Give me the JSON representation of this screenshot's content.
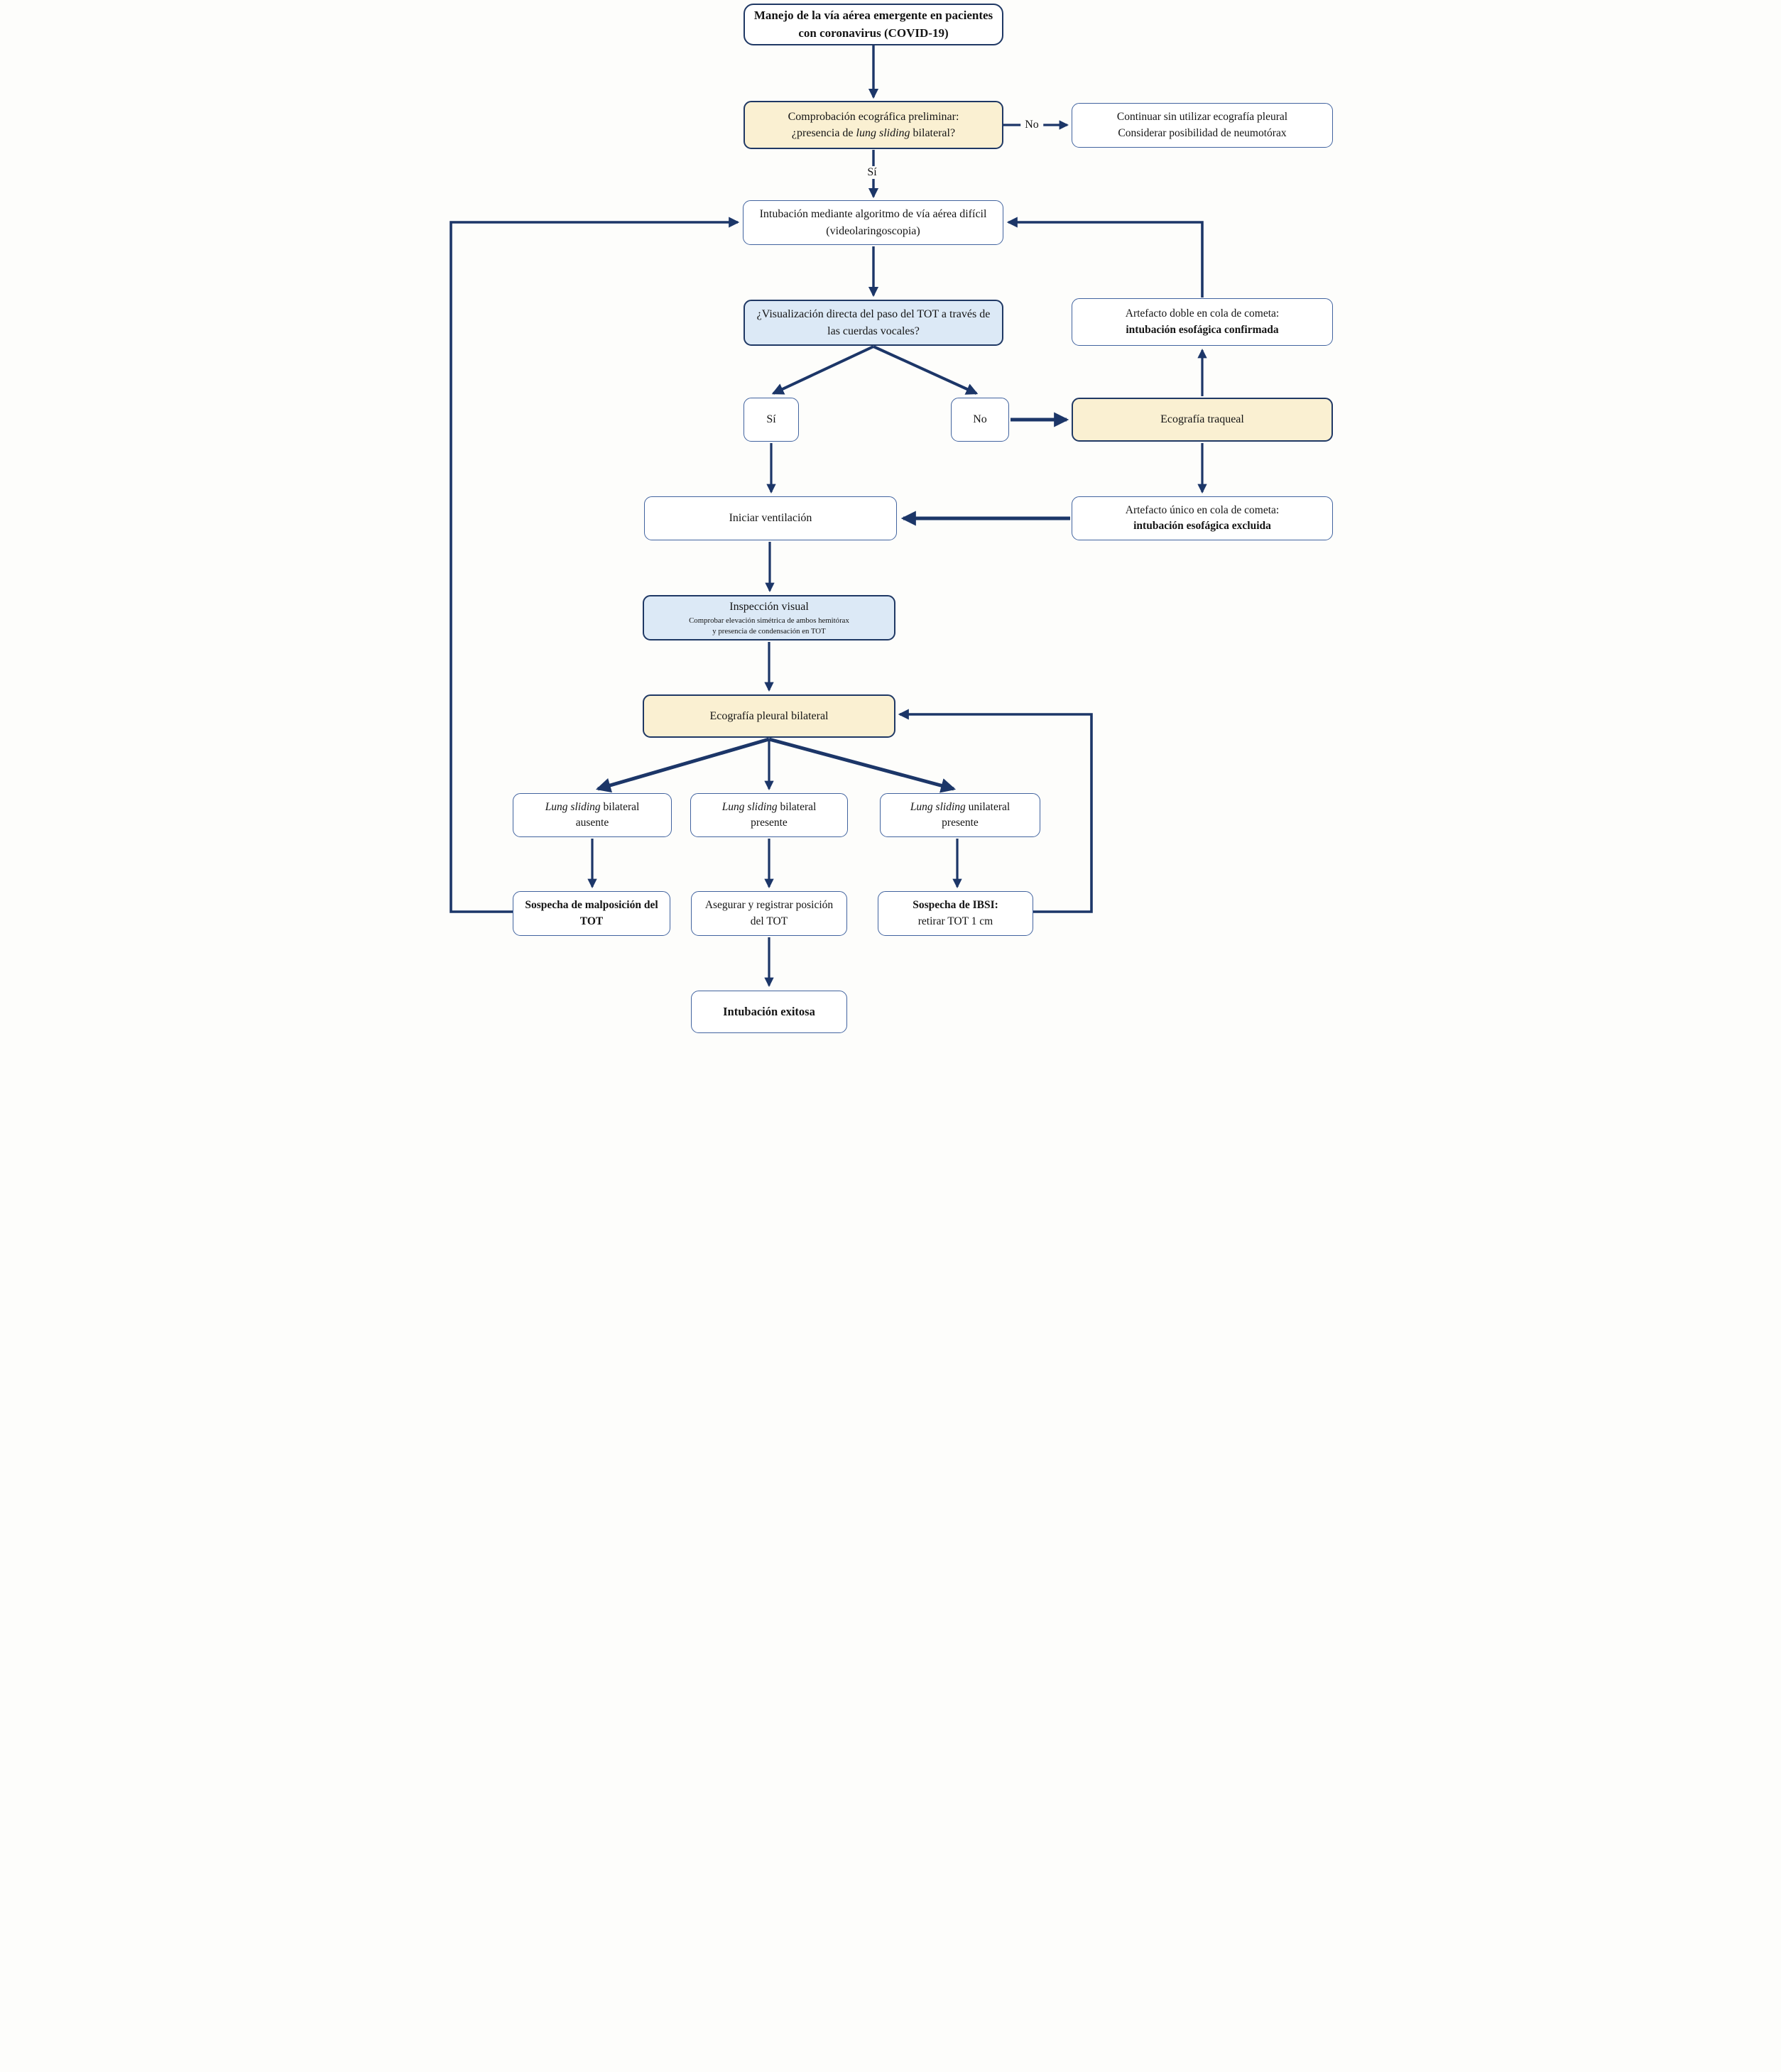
{
  "colors": {
    "arrow": "#1c3668",
    "yellow_fill": "#faf0d2",
    "blue_fill": "#dce9f6",
    "navy_border": "#1f3864",
    "light_border": "#41639f",
    "text": "#141414"
  },
  "nodes": {
    "title": {
      "text": "Manejo de la vía aérea emergente en pacientes con coronavirus (COVID-19)"
    },
    "preliminar": {
      "line1": "Comprobación ecográfica preliminar:",
      "line2_pre": "¿presencia de ",
      "line2_italic": "lung sliding",
      "line2_post": " bilateral?"
    },
    "continuar": {
      "line1": "Continuar sin utilizar ecografía pleural",
      "line2": "Considerar posibilidad de neumotórax"
    },
    "intubacion": {
      "text": "Intubación mediante algoritmo de vía aérea difícil (videolaringoscopia)"
    },
    "visualizacion": {
      "text": "¿Visualización directa del paso del TOT a través de las cuerdas vocales?"
    },
    "artefacto_doble": {
      "line1": "Artefacto doble en cola de cometa:",
      "line2": "intubación esofágica confirmada"
    },
    "si_box": {
      "label": "Sí"
    },
    "no_box": {
      "label": "No"
    },
    "eco_traqueal": {
      "text": "Ecografía traqueal"
    },
    "iniciar": {
      "text": "Iniciar ventilación"
    },
    "artefacto_unico": {
      "line1": "Artefacto único en cola de cometa:",
      "line2": "intubación esofágica excluida"
    },
    "inspeccion": {
      "title": "Inspección visual",
      "sub1": "Comprobar elevación simétrica de ambos hemitórax",
      "sub2": "y presencia de condensación en TOT"
    },
    "eco_pleural": {
      "text": "Ecografía pleural bilateral"
    },
    "lung_ausente": {
      "italic": "Lung sliding",
      "rest": " bilateral",
      "line2": "ausente"
    },
    "lung_bilateral": {
      "italic": "Lung sliding",
      "rest": " bilateral",
      "line2": "presente"
    },
    "lung_unilateral": {
      "italic": "Lung sliding",
      "rest": " unilateral",
      "line2": "presente"
    },
    "sospecha_malposicion": {
      "text": "Sospecha de malposición del TOT"
    },
    "asegurar": {
      "text": "Asegurar y registrar posición del TOT"
    },
    "ibsi": {
      "line1": "Sospecha de IBSI:",
      "line2": "retirar TOT 1 cm"
    },
    "exitosa": {
      "text": "Intubación exitosa"
    }
  },
  "edge_labels": {
    "no": "No",
    "si": "Sí"
  }
}
